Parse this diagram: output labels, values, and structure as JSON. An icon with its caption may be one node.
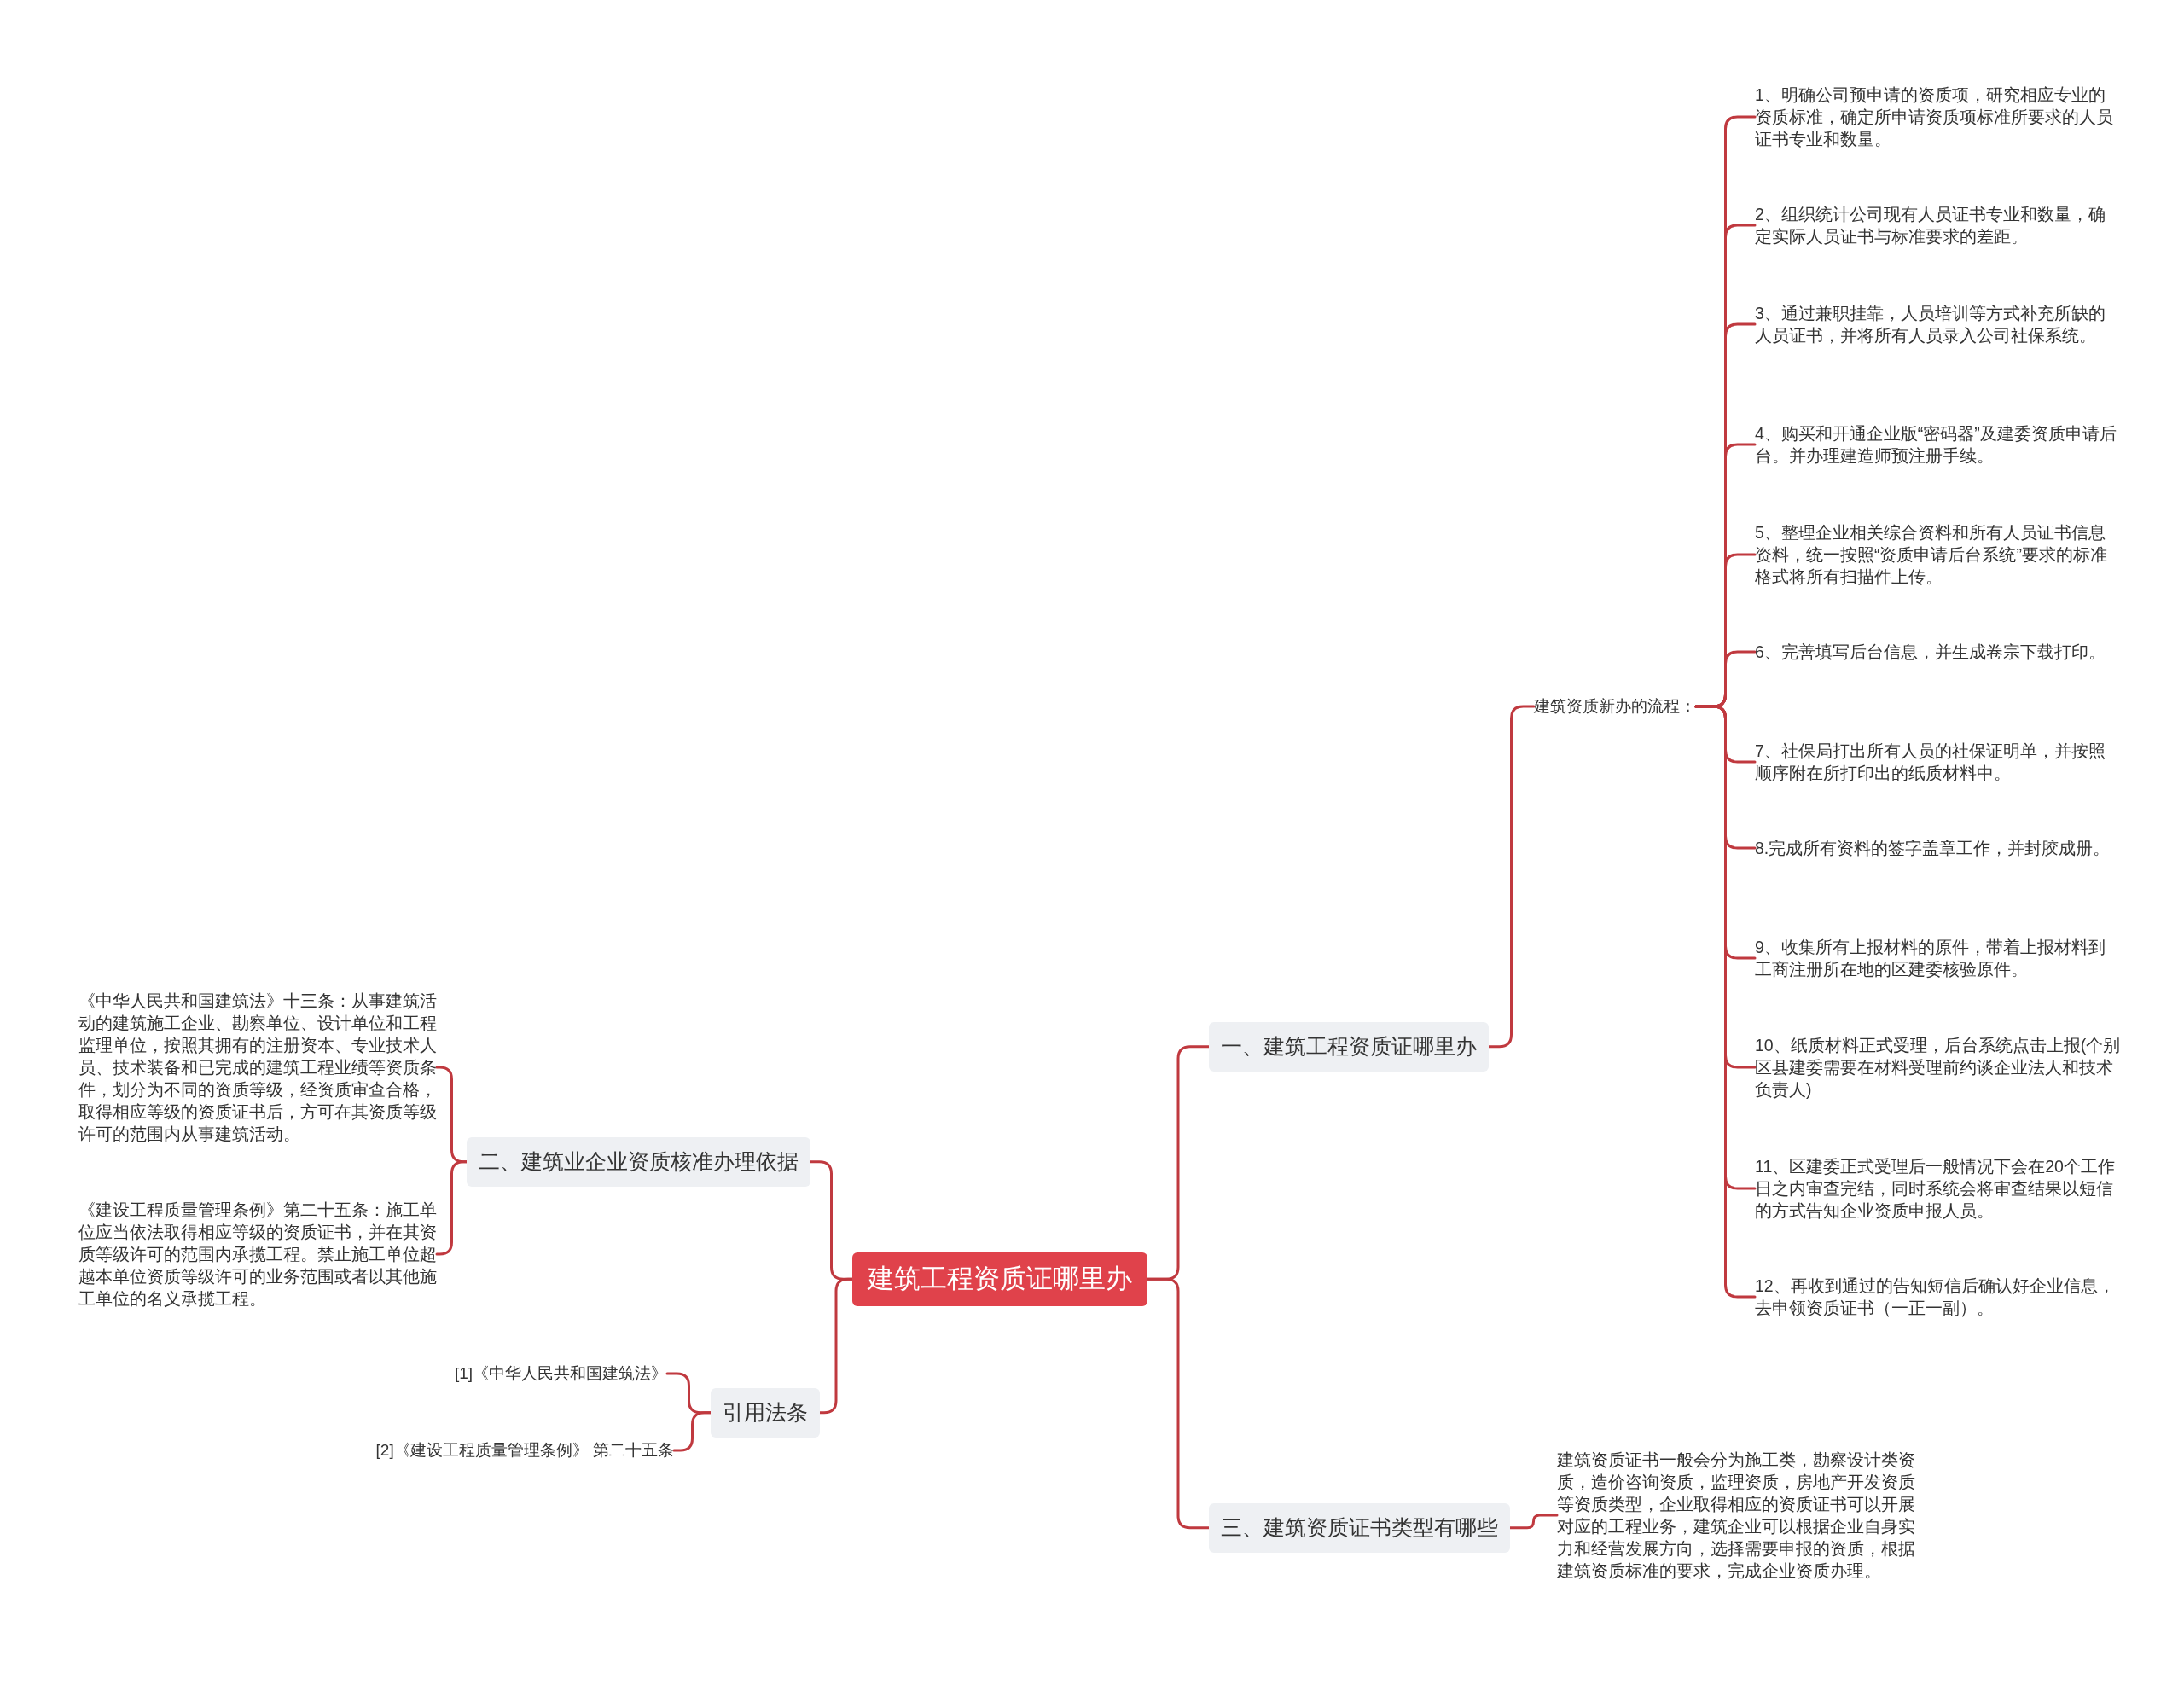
{
  "diagram": {
    "nodes": [
      {
        "text": [
          "建筑工程资质证哪里办"
        ]
      },
      {
        "text": [
          "一、建筑工程资质证哪里办"
        ]
      },
      {
        "text": [
          "建筑资质新办的流程："
        ]
      },
      {
        "text": [
          "1、明确公司预申请的资质项，研究相应专业的资质标准，确定所申请资质项标准所要求的人员证书专业和数量。"
        ]
      },
      {
        "text": [
          "2、组织统计公司现有人员证书专业和数量，确定实际人员证书与标准要求的差距。"
        ]
      },
      {
        "text": [
          "3、通过兼职挂靠，人员培训等方式补充所缺的人员证书，并将所有人员录入公司社保系统。"
        ]
      },
      {
        "text": [
          "4、购买和开通企业版“密码器”及建委资质申请后台。并办理建造师预注册手续。"
        ]
      },
      {
        "text": [
          "5、整理企业相关综合资料和所有人员证书信息资料，统一按照“资质申请后台系统”要求的标准格式将所有扫描件上传。"
        ]
      },
      {
        "text": [
          "6、完善填写后台信息，并生成卷宗下载打印。"
        ]
      },
      {
        "text": [
          "7、社保局打出所有人员的社保证明单，并按照顺序附在所打印出的纸质材料中。"
        ]
      },
      {
        "text": [
          "8.完成所有资料的签字盖章工作，并封胶成册。"
        ]
      },
      {
        "text": [
          "9、收集所有上报材料的原件，带着上报材料到工商注册所在地的区建委核验原件。"
        ]
      },
      {
        "text": [
          "10、纸质材料正式受理，后台系统点击上报(个别区县建委需要在材料受理前约谈企业法人和技术负责人)"
        ]
      },
      {
        "text": [
          "11、区建委正式受理后一般情况下会在20个工作日之内审查完结，同时系统会将审查结果以短信的方式告知企业资质申报人员。"
        ]
      },
      {
        "text": [
          "12、再收到通过的告知短信后确认好企业信息，去申领资质证书（一正一副）。"
        ]
      },
      {
        "text": [
          "三、建筑资质证书类型有哪些"
        ]
      },
      {
        "text": [
          "建筑资质证书一般会分为施工类，勘察设计类资质，造价咨询资质，监理资质，房地产开发资质等资质类型，企业取得相应的资质证书可以开展对应的工程业务，建筑企业可以根据企业自身实力和经营发展方向，选择需要申报的资质，根据建筑资质标准的要求，完成企业资质办理。"
        ]
      },
      {
        "text": [
          "二、建筑业企业资质核准办理依据"
        ]
      },
      {
        "text": [
          "《中华人民共和国建筑法》十三条：从事建筑活动的建筑施工企业、勘察单位、设计单位和工程监理单位，按照其拥有的注册资本、专业技术人员、技术装备和已完成的建筑工程业绩等资质条件，划分为不同的资质等级，经资质审查合格，取得相应等级的资质证书后，方可在其资质等级许可的范围内从事建筑活动。"
        ]
      },
      {
        "text": [
          "《建设工程质量管理条例》第二十五条：施工单位应当依法取得相应等级的资质证书，并在其资质等级许可的范围内承揽工程。禁止施工单位超越本单位资质等级许可的业务范围或者以其他施工单位的名义承揽工程。"
        ]
      },
      {
        "text": [
          "引用法条"
        ]
      },
      {
        "text": [
          "[1]《中华人民共和国建筑法》"
        ]
      },
      {
        "text": [
          "[2]《建设工程质量管理条例》 第二十五条"
        ]
      }
    ],
    "edges": [
      {
        "from": 0,
        "to": 1,
        "arrow": "none"
      },
      {
        "from": 1,
        "to": 2,
        "arrow": "none"
      },
      {
        "from": 2,
        "to": 3,
        "arrow": "none"
      },
      {
        "from": 2,
        "to": 4,
        "arrow": "none"
      },
      {
        "from": 2,
        "to": 5,
        "arrow": "none"
      },
      {
        "from": 2,
        "to": 6,
        "arrow": "none"
      },
      {
        "from": 2,
        "to": 7,
        "arrow": "none"
      },
      {
        "from": 2,
        "to": 8,
        "arrow": "none"
      },
      {
        "from": 2,
        "to": 9,
        "arrow": "none"
      },
      {
        "from": 2,
        "to": 10,
        "arrow": "none"
      },
      {
        "from": 2,
        "to": 11,
        "arrow": "none"
      },
      {
        "from": 2,
        "to": 12,
        "arrow": "none"
      },
      {
        "from": 2,
        "to": 13,
        "arrow": "none"
      },
      {
        "from": 2,
        "to": 14,
        "arrow": "none"
      },
      {
        "from": 0,
        "to": 15,
        "arrow": "none"
      },
      {
        "from": 15,
        "to": 16,
        "arrow": "none"
      },
      {
        "from": 0,
        "to": 17,
        "arrow": "none"
      },
      {
        "from": 17,
        "to": 18,
        "arrow": "none"
      },
      {
        "from": 17,
        "to": 19,
        "arrow": "none"
      },
      {
        "from": 0,
        "to": 20,
        "arrow": "none"
      },
      {
        "from": 20,
        "to": 21,
        "arrow": "none"
      },
      {
        "from": 20,
        "to": 22,
        "arrow": "none"
      }
    ]
  }
}
